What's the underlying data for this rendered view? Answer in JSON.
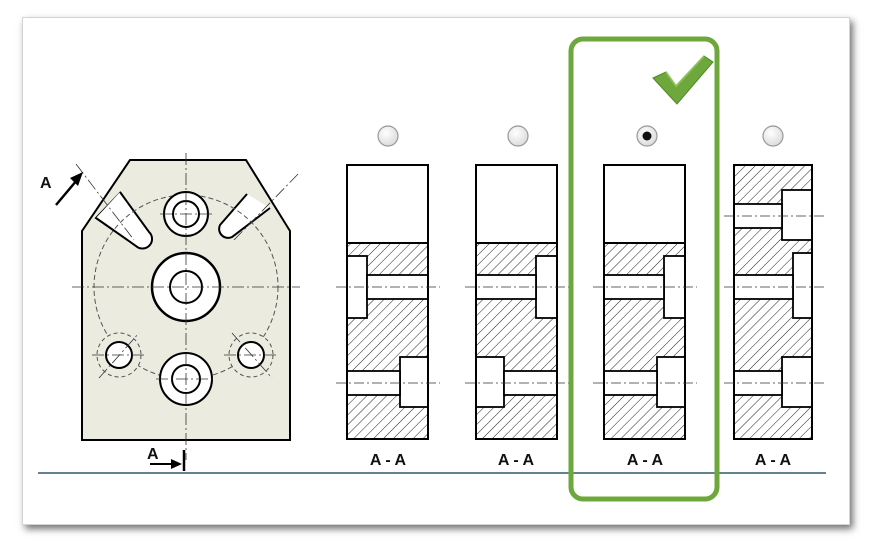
{
  "drawing": {
    "cut_marker_label": "A",
    "part_fill_color": "#ecebe0"
  },
  "options": [
    {
      "id": "option-1",
      "label": "A - A",
      "selected": false,
      "correct": false
    },
    {
      "id": "option-2",
      "label": "A - A",
      "selected": false,
      "correct": false
    },
    {
      "id": "option-3",
      "label": "A - A",
      "selected": true,
      "correct": true
    },
    {
      "id": "option-4",
      "label": "A - A",
      "selected": false,
      "correct": false
    }
  ],
  "colors": {
    "accent_green": "#6ea83c",
    "baseline": "#2f5a6a"
  },
  "icons": {
    "correct": "check-mark-icon",
    "radio": "radio-button-icon"
  }
}
